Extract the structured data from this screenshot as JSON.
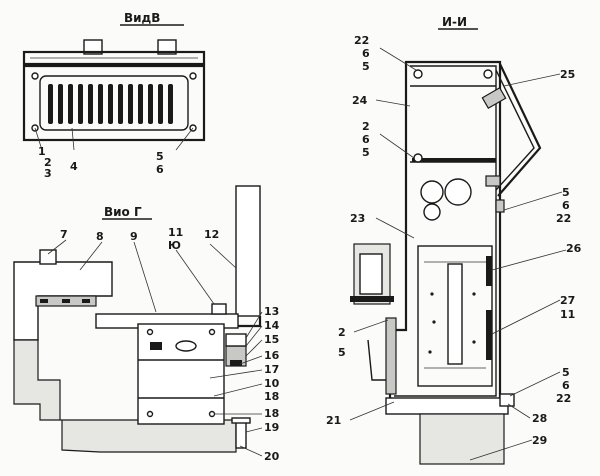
{
  "views": {
    "view_b": {
      "title": "ВидВ",
      "callouts": {
        "c1": "1",
        "c2": "2",
        "c3": "3",
        "c4": "4",
        "c5": "5",
        "c6": "6"
      }
    },
    "view_g": {
      "title": "Вио Г",
      "callouts": {
        "c7": "7",
        "c8": "8",
        "c9": "9",
        "c11": "11",
        "c10a": "Ю",
        "c12": "12",
        "c13": "13",
        "c14": "14",
        "c15": "15",
        "c16": "16",
        "c17": "17",
        "c10": "10",
        "c18": "18",
        "c18b": "18",
        "c19": "19",
        "c20": "20"
      }
    },
    "section_ii": {
      "title": "И-И",
      "callouts": {
        "c22a": "22",
        "c6a": "6",
        "c5a": "5",
        "c25": "25",
        "c24": "24",
        "c2b": "2",
        "c6b": "6",
        "c5b": "5",
        "c5c": "5",
        "c6c": "6",
        "c22c": "22",
        "c23": "23",
        "c26": "26",
        "c27": "27",
        "c11b": "11",
        "c2d": "2",
        "c5d": "5",
        "c5e": "5",
        "c6e": "6",
        "c22e": "22",
        "c21": "21",
        "c28": "28",
        "c29": "29"
      }
    }
  }
}
